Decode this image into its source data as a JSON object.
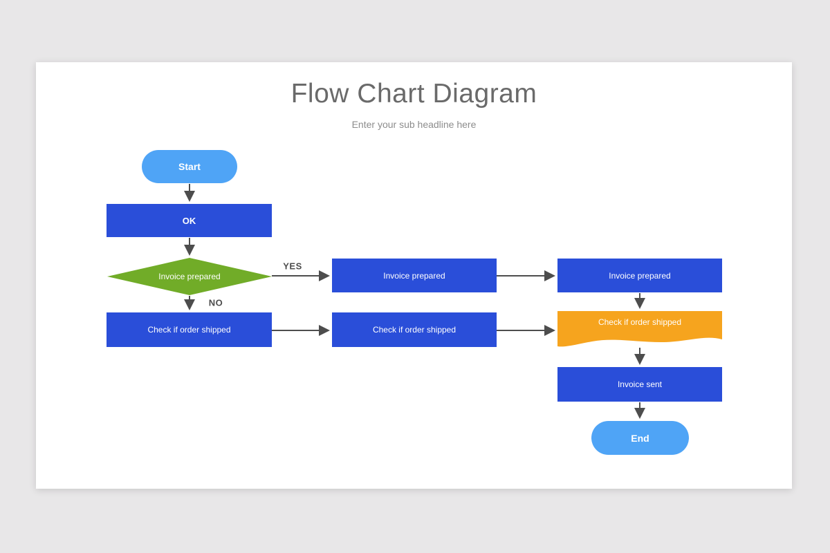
{
  "slide": {
    "title": "Flow Chart Diagram",
    "subtitle": "Enter your sub headline here"
  },
  "flowchart": {
    "nodes": [
      {
        "id": "start",
        "type": "terminator",
        "label": "Start"
      },
      {
        "id": "ok",
        "type": "process",
        "label": "OK"
      },
      {
        "id": "invoice-decision",
        "type": "decision",
        "label": "Invoice prepared"
      },
      {
        "id": "invoice-middle",
        "type": "process",
        "label": "Invoice prepared"
      },
      {
        "id": "invoice-right",
        "type": "process",
        "label": "Invoice prepared"
      },
      {
        "id": "check-left",
        "type": "process",
        "label": "Check if order shipped"
      },
      {
        "id": "check-middle",
        "type": "process",
        "label": "Check if order shipped"
      },
      {
        "id": "check-document",
        "type": "document",
        "label": "Check if order shipped"
      },
      {
        "id": "invoice-sent",
        "type": "process",
        "label": "Invoice sent"
      },
      {
        "id": "end",
        "type": "terminator",
        "label": "End"
      }
    ],
    "edge_labels": {
      "yes": "YES",
      "no": "NO"
    }
  },
  "colors": {
    "process_blue": "#2A4ED9",
    "terminator_blue": "#4FA4F6",
    "decision_green": "#71AC28",
    "document_orange": "#F6A41E",
    "connector_gray": "#4D4D4D",
    "title_gray": "#6A6A6A",
    "subtitle_gray": "#8C8C8C",
    "background_gray": "#E8E7E8",
    "slide_white": "#FFFFFF"
  }
}
